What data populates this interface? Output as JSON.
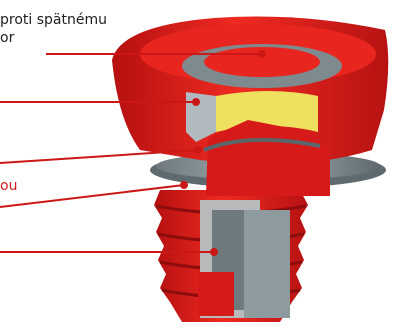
{
  "labels": {
    "top_line1": "proti spätnému",
    "top_line2": "or",
    "middle_red": "ou"
  },
  "colors": {
    "body_red": "#e41f1f",
    "dark_red": "#a80f0f",
    "mid_red": "#c61616",
    "grey": "#8a9599",
    "dark_grey": "#4f5a5e",
    "yellow": "#e8d84a",
    "leader_line": "#cc1717",
    "text": "#222222",
    "text_red": "#d01c1c"
  },
  "icons": [
    "callout-dot",
    "cutaway-valve-insert"
  ]
}
